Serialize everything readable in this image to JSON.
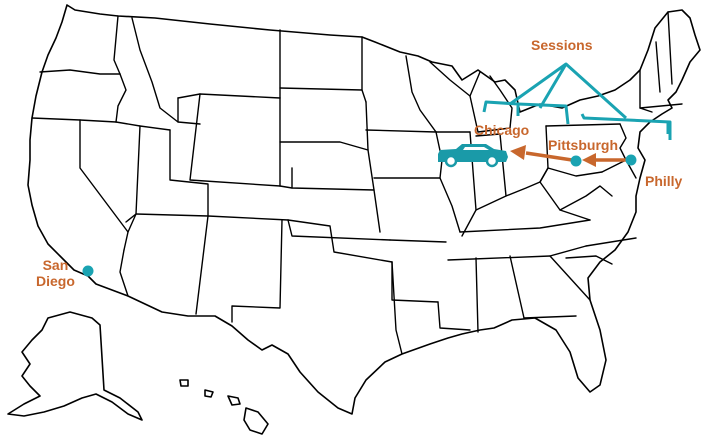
{
  "colors": {
    "land": "#ffffff",
    "border": "#000000",
    "city_label": "#c8672d",
    "route_arrow": "#c8672d",
    "marker": "#1aa3b2",
    "sessions": "#1aa3b2",
    "car": "#1a9aa8"
  },
  "cities": {
    "san_diego": {
      "line1": "San",
      "line2": "Diego"
    },
    "chicago": {
      "name": "Chicago"
    },
    "pittsburgh": {
      "name": "Pittsburgh"
    },
    "philly": {
      "name": "Philly"
    }
  },
  "sessions": {
    "label": "Sessions"
  },
  "icons": {
    "car": "car-icon",
    "marker": "location-dot-icon"
  }
}
